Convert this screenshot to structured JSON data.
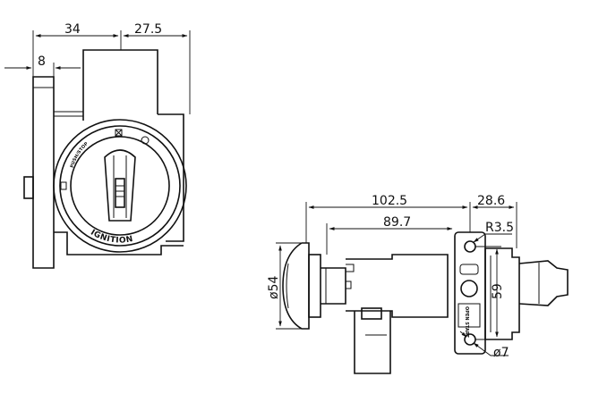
{
  "front_view": {
    "dim_top_left": "34",
    "dim_top_right": "27.5",
    "dim_left_offset": "8",
    "knob_label": "IGNITION",
    "ring_mark_left": "PUSH/STOP"
  },
  "side_view": {
    "dim_overall_length": "102.5",
    "dim_body_length": "89.7",
    "dim_flange_width": "28.6",
    "dim_corner_radius": "R3.5",
    "dim_knob_diameter": "ø54",
    "dim_hole_spacing": "59",
    "dim_hole_diameter": "ø7",
    "plate_text": "OPEN START"
  }
}
